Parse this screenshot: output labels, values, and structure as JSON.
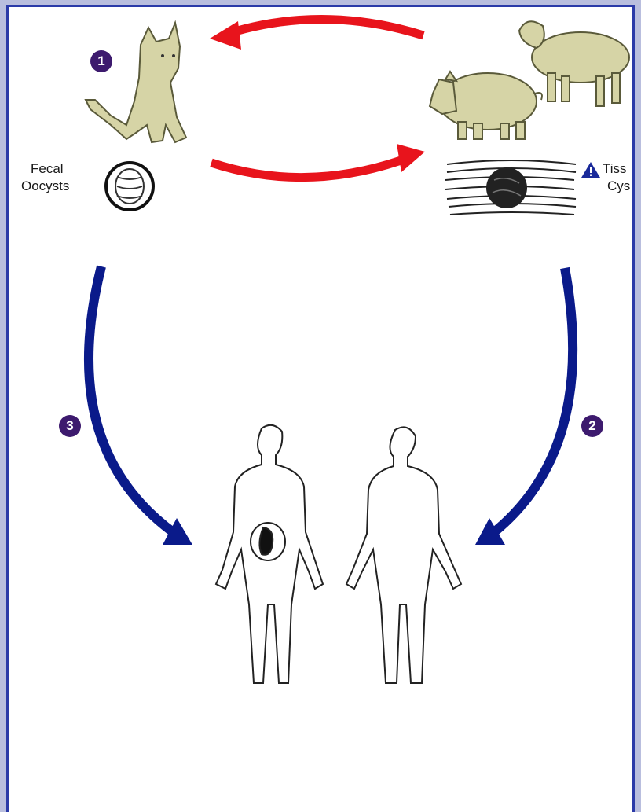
{
  "steps": {
    "cat_step": "1",
    "tissue_step": "2",
    "oocyst_step": "3"
  },
  "labels": {
    "fecal_oocysts_line1": "Fecal",
    "fecal_oocysts_line2": "Oocysts",
    "tissue_cysts_line1": "Tiss",
    "tissue_cysts_line2": "Cys"
  },
  "colors": {
    "red_arrow": "#e8141c",
    "blue_arrow": "#0a1a8a",
    "animal_fill": "#d6d4a6",
    "step_badge": "#3d1a6e",
    "frame_border": "#2b3aa8"
  }
}
